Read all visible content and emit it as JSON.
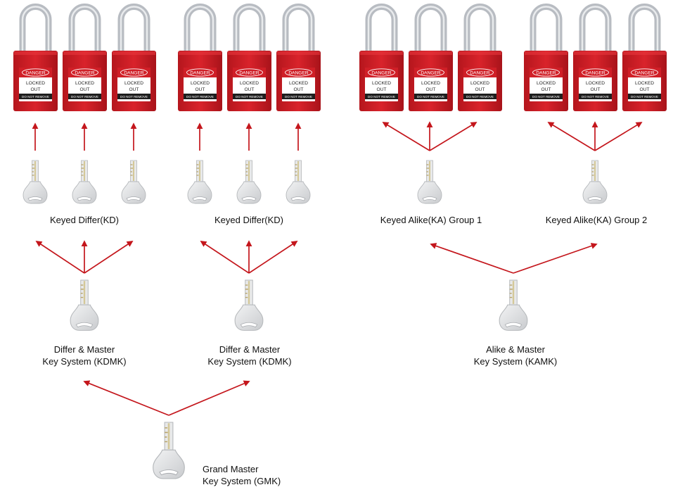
{
  "colors": {
    "lock_body": "#d01f27",
    "shackle": "#b8bcc2",
    "arrow": "#c4161c",
    "key_head": "#e2e3e5"
  },
  "lock_tag": {
    "danger": "DANGER",
    "line1": "LOCKED",
    "line2": "OUT",
    "footer": "DO NOT REMOVE"
  },
  "labels": {
    "kd_1": "Keyed Differ(KD)",
    "kd_2": "Keyed Differ(KD)",
    "ka_1": "Keyed Alike(KA) Group 1",
    "ka_2": "Keyed Alike(KA) Group 2",
    "kdmk_1": [
      "Differ & Master",
      "Key System (KDMK)"
    ],
    "kdmk_2": [
      "Differ & Master",
      "Key System (KDMK)"
    ],
    "kamk": [
      "Alike & Master",
      "Key System (KAMK)"
    ],
    "gmk": [
      "Grand Master",
      "Key System (GMK)"
    ]
  },
  "icons": {
    "padlock": "red-safety-padlock-icon",
    "key": "key-icon",
    "arrow": "red-arrow"
  }
}
